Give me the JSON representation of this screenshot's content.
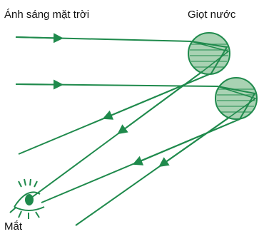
{
  "labels": {
    "sunlight": "Ánh sáng mặt trời",
    "droplet": "Giọt nước",
    "eye": "Mắt"
  },
  "colors": {
    "ray": "#1f8a4c",
    "droplet_fill": "#a9d2b3",
    "droplet_stroke": "#1f8a4c",
    "eye": "#1f8a4c",
    "text": "#111111"
  }
}
